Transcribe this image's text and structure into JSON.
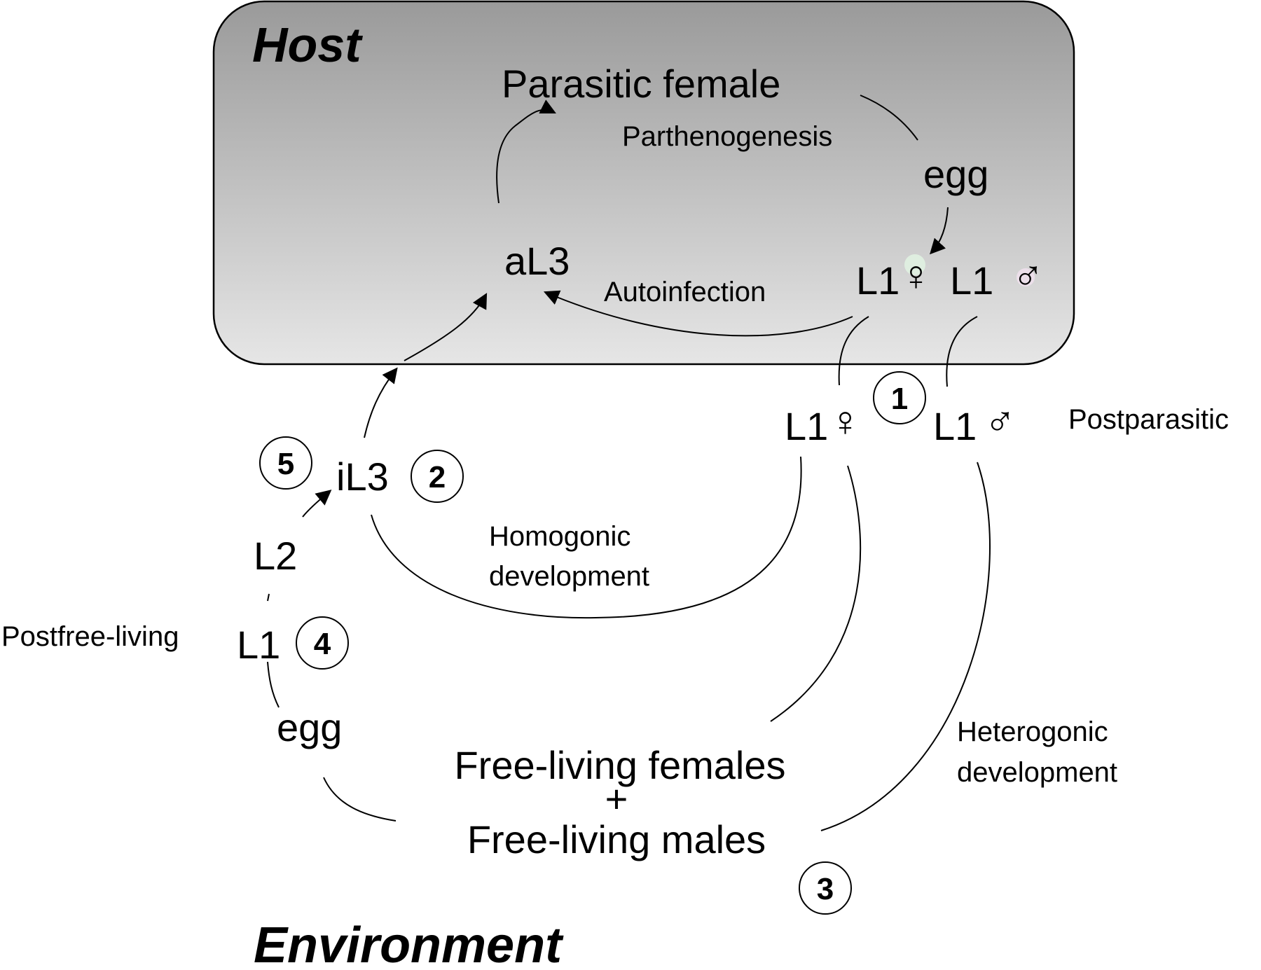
{
  "host": {
    "title": "Host",
    "parasitic_female": "Parasitic female",
    "parthenogenesis": "Parthenogenesis",
    "egg": "egg",
    "al3": "aL3",
    "autoinfection": "Autoinfection",
    "l1_female": "L1",
    "l1_male": "L1",
    "female_symbol": "♀",
    "male_symbol": "♂"
  },
  "postparasitic": {
    "label": "Postparasitic",
    "l1_female": "L1",
    "l1_male": "L1",
    "female_symbol": "♀",
    "male_symbol": "♂",
    "step": "1"
  },
  "homogonic": {
    "line1": "Homogonic",
    "line2": "development"
  },
  "heterogonic": {
    "line1": "Heterogonic",
    "line2": "development"
  },
  "freeliving": {
    "females": "Free-living females",
    "plus": "+",
    "males": "Free-living males",
    "step": "3"
  },
  "postfree": {
    "label": "Postfree-living",
    "egg": "egg",
    "l1": "L1",
    "l2": "L2",
    "il3": "iL3",
    "step_l1": "4",
    "step_il3": "2",
    "step_il3_left": "5"
  },
  "environment": {
    "title": "Environment"
  },
  "colors": {
    "host_gradient_top": "#9a9a9a",
    "host_gradient_bottom": "#e6e6e6",
    "female_tint": "#dfeee0",
    "male_tint": "#ecdfea"
  }
}
